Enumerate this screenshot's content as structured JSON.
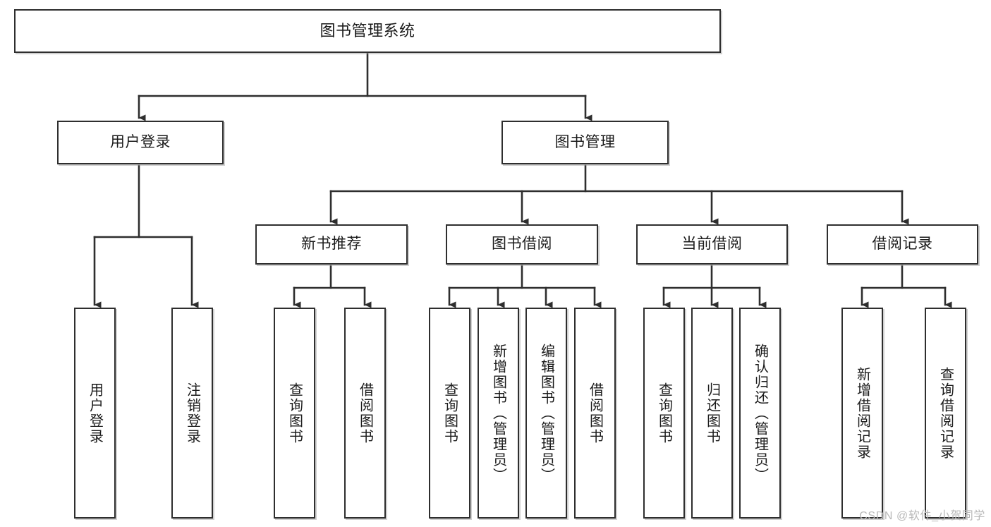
{
  "diagram": {
    "title": "图书管理系统",
    "type": "tree-hierarchy-chart",
    "watermark": "CSDN @软件_小贺同学",
    "stroke_color": "#2e2e2e",
    "background_color": "#ffffff",
    "text_color": "#1b1b1b",
    "watermark_color": "#b9b9b9"
  },
  "nodes": {
    "root": {
      "label": "图书管理系统"
    },
    "level1": [
      {
        "label": "用户登录"
      },
      {
        "label": "图书管理"
      }
    ],
    "level2": [
      {
        "label": "新书推荐"
      },
      {
        "label": "图书借阅"
      },
      {
        "label": "当前借阅"
      },
      {
        "label": "借阅记录"
      }
    ],
    "leaves": {
      "user_login": [
        {
          "label": "用户登录"
        },
        {
          "label": "注销登录"
        }
      ],
      "new_book_recommend": [
        {
          "label": "查询图书"
        },
        {
          "label": "借阅图书"
        }
      ],
      "book_borrow": [
        {
          "label": "查询图书"
        },
        {
          "label": "新增图书（管理员）"
        },
        {
          "label": "编辑图书（管理员）"
        },
        {
          "label": "借阅图书"
        }
      ],
      "current_borrow": [
        {
          "label": "查询图书"
        },
        {
          "label": "归还图书"
        },
        {
          "label": "确认归还（管理员）"
        }
      ],
      "borrow_record": [
        {
          "label": "新增借阅记录"
        },
        {
          "label": "查询借阅记录"
        }
      ]
    }
  }
}
